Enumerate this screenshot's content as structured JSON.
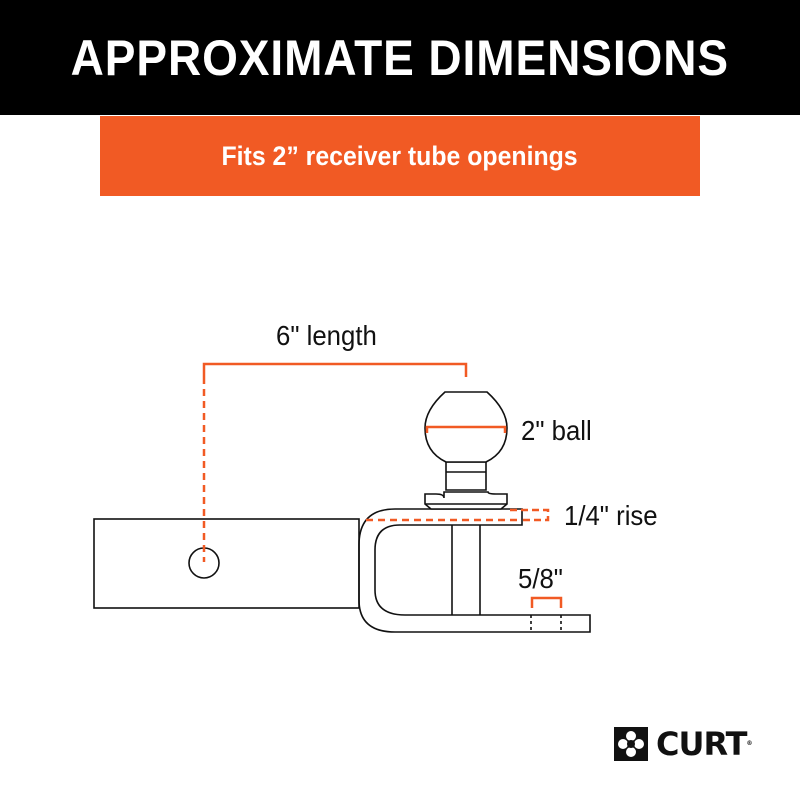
{
  "header": {
    "title": "APPROXIMATE DIMENSIONS",
    "background": "#000000"
  },
  "subbanner": {
    "text": "Fits 2” receiver tube openings",
    "background": "#f15a24"
  },
  "diagram": {
    "subject": "ball mount with 2\" ball",
    "accent_color": "#f15a24",
    "labels": {
      "length": "6\" length",
      "ball": "2\" ball",
      "rise": "1/4\" rise",
      "hole": "5/8\""
    }
  },
  "logo": {
    "icon": "curt-logo-icon",
    "text": "CURT",
    "tm": "®"
  }
}
